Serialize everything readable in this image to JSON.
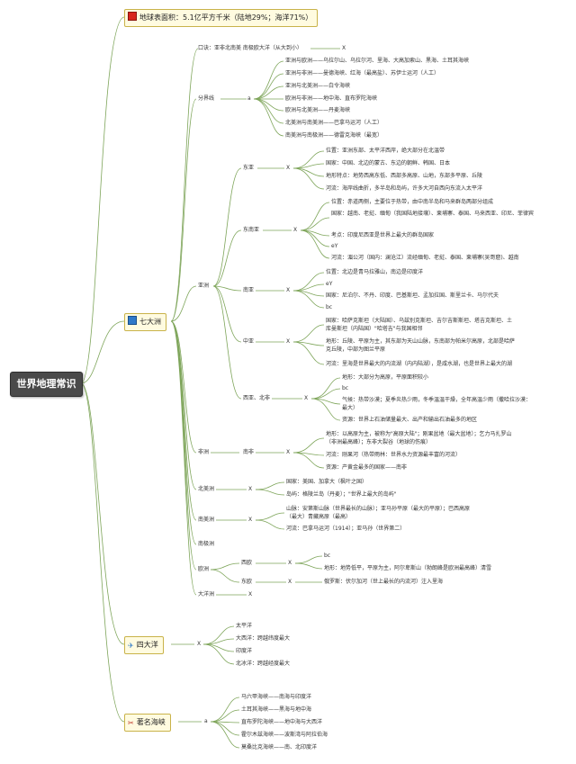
{
  "root": "世界地理常识",
  "nodes": {
    "area": "地球表面积：5.1亿平方千米（陆地29%；海洋71%）",
    "seven": "七大洲",
    "four": "四大洋",
    "straits": "著名海峡",
    "mnemonic": "口诀：亚非北南美 南极欧大洋（从大到小）",
    "x": "X",
    "a": "a",
    "b": "bc",
    "e": "eY",
    "fjx": "分界线",
    "fjx_1": "亚洲与欧洲——乌拉尔山、乌拉尔河、里海、大高加索山、黑海、土耳其海峡",
    "fjx_2": "亚洲与非洲——曼德海峡、红海（最高盐）、苏伊士运河（人工）",
    "fjx_3": "亚洲与北美洲——白令海峡",
    "fjx_4": "欧洲与非洲——地中海、直布罗陀海峡",
    "fjx_5": "欧洲与北美洲——丹麦海峡",
    "fjx_6": "北美洲与南美洲——巴拿马运河（人工）",
    "fjx_7": "南美洲与南极洲——德雷克海峡（最宽）",
    "asia": "亚洲",
    "ea": "东亚",
    "ea_1": "位置：亚洲东部、太平洋西岸，绝大部分在北温带",
    "ea_2": "国家：中国、北边的蒙古、东边的朝鲜、韩国、日本",
    "ea_3": "地形特点：地势西高东低、西部多高原、山地，东部多平原、丘陵",
    "ea_4": "河流：海岸线曲折，多半岛和岛屿，许多大河自西向东流入太平洋",
    "sea": "东南亚",
    "sea_1": "位置：赤道两侧，主要位于热带，由中南半岛和马来群岛两部分组成",
    "sea_2": "国家：越南、老挝、缅甸（我国陆地接壤）、柬埔寨、泰国、马来西亚、印尼、菲律宾",
    "sea_3": "考点：印度尼西亚是世界上最大的群岛国家",
    "sea_5": "河流：湄公河（国内：澜沧江）流经缅甸、老挝、泰国、柬埔寨(吴哥窟)、越南",
    "sa": "南亚",
    "sa_1": "位置：北边是青马拉雅山，南边是印度洋",
    "sa_3": "国家：尼泊尔、不丹、印度、巴基斯坦、孟加拉国、斯里兰卡、马尔代夫",
    "ca": "中亚",
    "ca_1a": "国家：哈萨克斯坦（大陆国）、乌兹别克斯坦、吉尔吉斯斯坦、塔吉克斯坦、土",
    "ca_1b": "库曼斯坦（内陆国）\"哈塔吉\"与我国相邻",
    "ca_2a": "地形：丘陵、平原为主，其东部为天山山脉，东南部为帕米尔高原，北部是哈萨",
    "ca_2b": "克丘陵，中部为图兰平原",
    "ca_3": "河流：里海是世界最大的内流湖（内内陆湖），是咸水湖，也是世界上最大的湖",
    "wa": "西亚、北非",
    "wa_1": "地形：大部分为高原，平原面积较小",
    "wa_3a": "气候：热带沙漠；夏季炎热少雨，冬季温温干燥，全年高温少雨（撒哈拉沙漠：",
    "wa_3b": "最大）",
    "wa_4": "资源：世界上石油储量最大、出产和输出石油最多的地区",
    "africa": "非洲",
    "sf": "南非",
    "sf_1a": "地形：以高原为主，被称为\"高原大陆\"；刚果盆地（最大盆地）；乞力马扎罗山",
    "sf_1b": "（非洲最高峰）；东非大裂谷（地球的伤痕）",
    "sf_2": "河流：刚果河（热带雨林：世界水力资源最丰富的河流）",
    "sf_3": "资源：产黄金最多的国家——南非",
    "na": "北美洲",
    "na_1": "国家：美国、加拿大（枫叶之国）",
    "na_2": "岛屿：格陵兰岛（丹麦）；\"世界上最大的岛屿\"",
    "sam": "南美洲",
    "sam_1a": "山脉：安第斯山脉（世界最长的山脉）；亚马孙平原（最大的平原）；巴西高原",
    "sam_1b": "（最大）青藏高原（最高）",
    "sam_2": "河流：巴拿马运河（1914）；亚马孙（世界第二）",
    "ant": "南极洲",
    "eu": "欧洲",
    "we": "西欧",
    "we_2": "地形：地势低平，平原为主，阿尔卑斯山（勃朗峰是欧洲最高峰）清雪",
    "ee": "东欧",
    "ee_1": "俄罗斯：伏尔加河（世上最长的内流河）注入里海",
    "oc": "大洋洲",
    "oc_pac": "太平洋",
    "oc_atl": "大西洋：跨越纬度最大",
    "oc_ind": "印度洋",
    "oc_arc": "北冰洋：跨越经度最大",
    "st_1": "马六甲海峡——南海与印度洋",
    "st_2": "土耳其海峡——黑海与地中海",
    "st_3": "直布罗陀海峡——地中海与大西洋",
    "st_4": "霍尔木兹海峡——波斯湾与阿拉伯海",
    "st_5": "莫桑比克海峡——南、北印度洋"
  },
  "colors": {
    "line": "#7ea55a",
    "topic_bg": "#fffbe0",
    "topic_border": "#c9b34a",
    "root_bg": "#4a4a4a"
  },
  "icons": {
    "area": "flag-icon",
    "seven": "book-icon",
    "four": "plane-icon",
    "straits": "tools-icon"
  }
}
